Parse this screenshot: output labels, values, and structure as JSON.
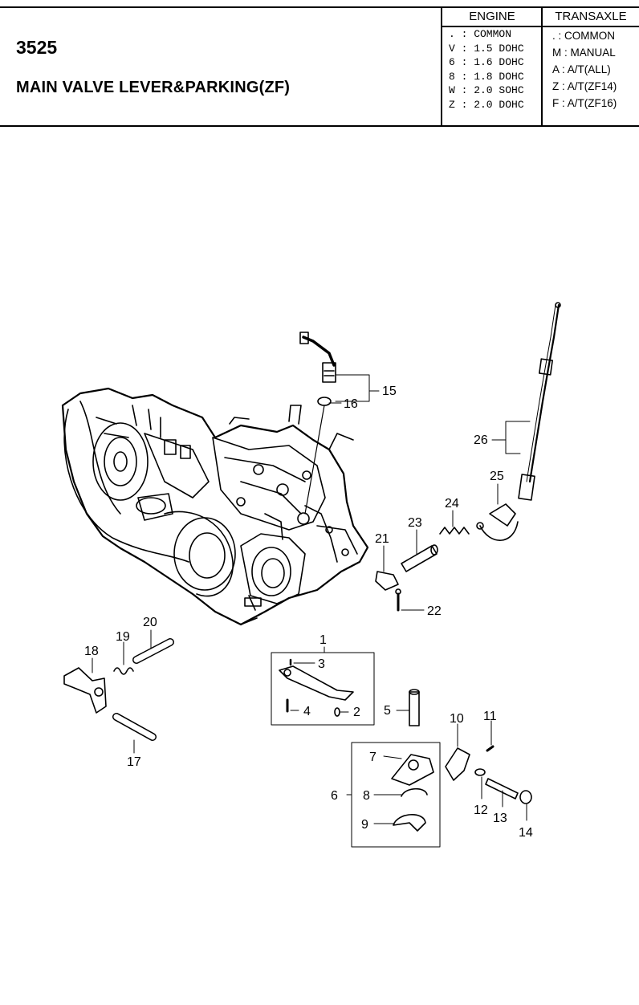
{
  "header": {
    "part_number": "3525",
    "title": "MAIN VALVE LEVER&PARKING(ZF)"
  },
  "engine_legend": {
    "heading": "ENGINE",
    "rows": [
      ". : COMMON",
      "V : 1.5 DOHC",
      "6 : 1.6 DOHC",
      "8 : 1.8 DOHC",
      "W : 2.0 SOHC",
      "Z : 2.0 DOHC"
    ]
  },
  "transaxle_legend": {
    "heading": "TRANSAXLE",
    "rows": [
      ". : COMMON",
      "M : MANUAL",
      "A : A/T(ALL)",
      "Z : A/T(ZF14)",
      "F : A/T(ZF16)"
    ]
  },
  "callouts": [
    "1",
    "2",
    "3",
    "4",
    "5",
    "6",
    "7",
    "8",
    "9",
    "10",
    "11",
    "12",
    "13",
    "14",
    "15",
    "16",
    "17",
    "18",
    "19",
    "20",
    "21",
    "22",
    "23",
    "24",
    "25",
    "26"
  ]
}
